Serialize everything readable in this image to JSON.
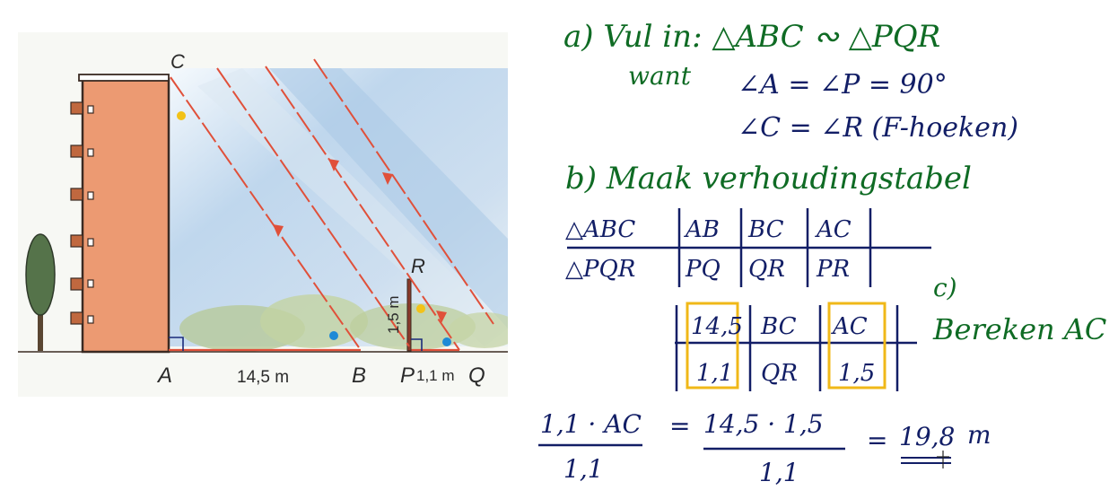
{
  "figure": {
    "labels": {
      "C": "C",
      "A": "A",
      "B": "B",
      "P": "P",
      "Q": "Q",
      "R": "R",
      "ab": "14,5 m",
      "pq": "1,1 m",
      "pr": "1,5 m"
    }
  },
  "notes": {
    "a": {
      "line1": "a)  Vul in:  △ABC ∾ △PQR",
      "want": "want",
      "angle1": "∠A = ∠P = 90°",
      "angle2": "∠C = ∠R  (F-hoeken)"
    },
    "b": {
      "heading": "b)  Maak verhoudingstabel",
      "table1": {
        "row1": [
          "△ABC",
          "AB",
          "BC",
          "AC"
        ],
        "row2": [
          "△PQR",
          "PQ",
          "QR",
          "PR"
        ]
      },
      "table2": {
        "row1": [
          "14,5",
          "BC",
          "AC"
        ],
        "row2": [
          "1,1",
          "QR",
          "1,5"
        ]
      }
    },
    "c": {
      "label": "c)",
      "text": "Bereken AC"
    },
    "calc": {
      "lhs_top": "1,1 · AC",
      "lhs_bottom": "1,1",
      "eq1": "=",
      "rhs_top": "14,5 · 1,5",
      "rhs_bottom": "1,1",
      "eq2": "=",
      "result": "19,8",
      "unit": "m"
    },
    "colors": {
      "green": "#0f6b24",
      "navy": "#121e66",
      "highlight": "#f0b818",
      "ray": "#e0503a"
    }
  }
}
